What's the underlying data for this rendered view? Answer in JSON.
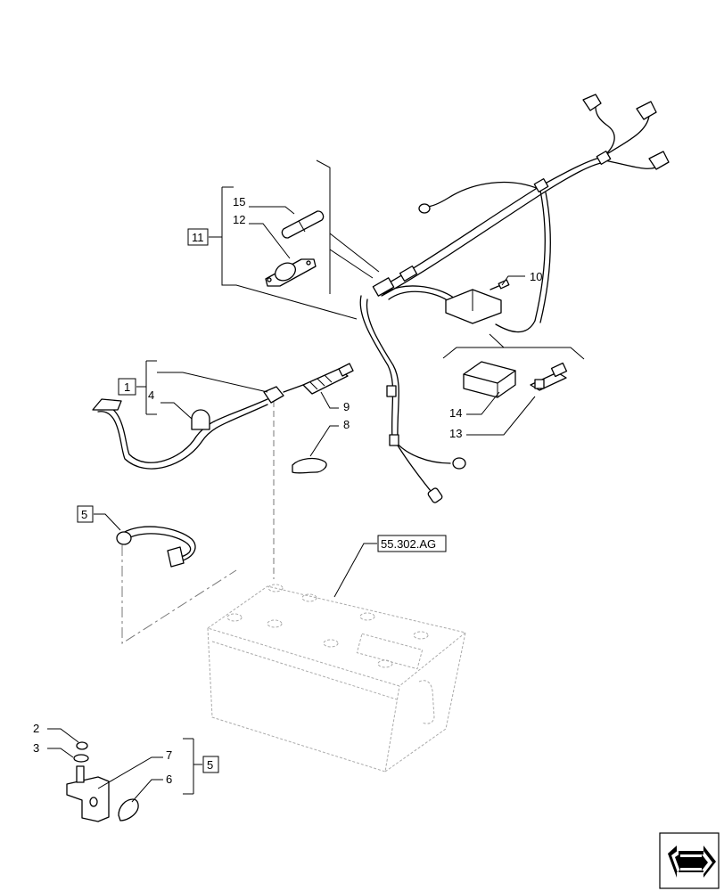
{
  "callouts": {
    "c1": "1",
    "c2": "2",
    "c3": "3",
    "c4": "4",
    "c5a": "5",
    "c5b": "5",
    "c6": "6",
    "c7": "7",
    "c8": "8",
    "c9": "9",
    "c10": "10",
    "c11": "11",
    "c12": "12",
    "c13": "13",
    "c14": "14",
    "c15": "15"
  },
  "reference": {
    "battery_ref": "55.302.AG"
  },
  "icons": {
    "nav": "next-page-arrow-icon"
  }
}
